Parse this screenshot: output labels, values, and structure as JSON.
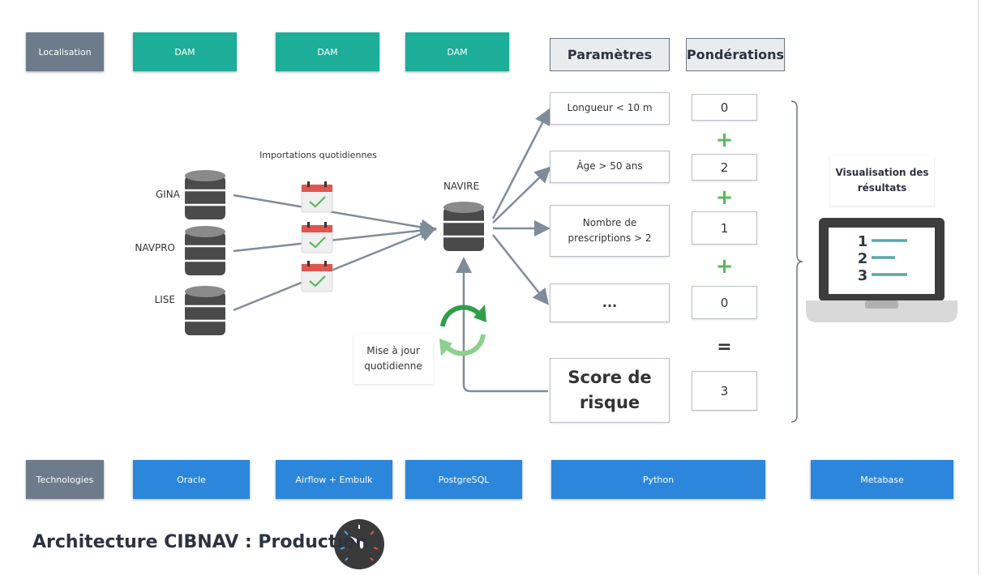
{
  "rows": {
    "localisation": {
      "label": "Localisation",
      "cells": [
        "DAM",
        "DAM",
        "DAM"
      ]
    },
    "technologies": {
      "label": "Technologies",
      "cells": [
        "Oracle",
        "Airflow + Embulk",
        "PostgreSQL",
        "Python",
        "Metabase"
      ]
    }
  },
  "headers": {
    "parametres": "Paramètres",
    "ponderations": "Pondérations"
  },
  "sources": [
    "GINA",
    "NAVPRO",
    "LISE"
  ],
  "imports_label": "Importations quotidiennes",
  "navire_label": "NAVIRE",
  "update_label": "Mise à jour quotidienne",
  "parameters": [
    "Longueur < 10 m",
    "Âge > 50 ans",
    "Nombre de prescriptions > 2",
    "..."
  ],
  "weights": [
    "0",
    "2",
    "1",
    "0"
  ],
  "operators": {
    "plus": "+",
    "equals": "="
  },
  "score": {
    "label": "Score de risque",
    "value": "3"
  },
  "visualisation_label": "Visualisation des résultats",
  "ranking": [
    "1",
    "2",
    "3"
  ],
  "title": "Architecture CIBNAV : Production",
  "colors": {
    "teal": "#1cae98",
    "blue": "#2b86dc",
    "gray": "#6d7b8a",
    "green": "#5cb85c",
    "arrow": "#7f8c9a"
  }
}
